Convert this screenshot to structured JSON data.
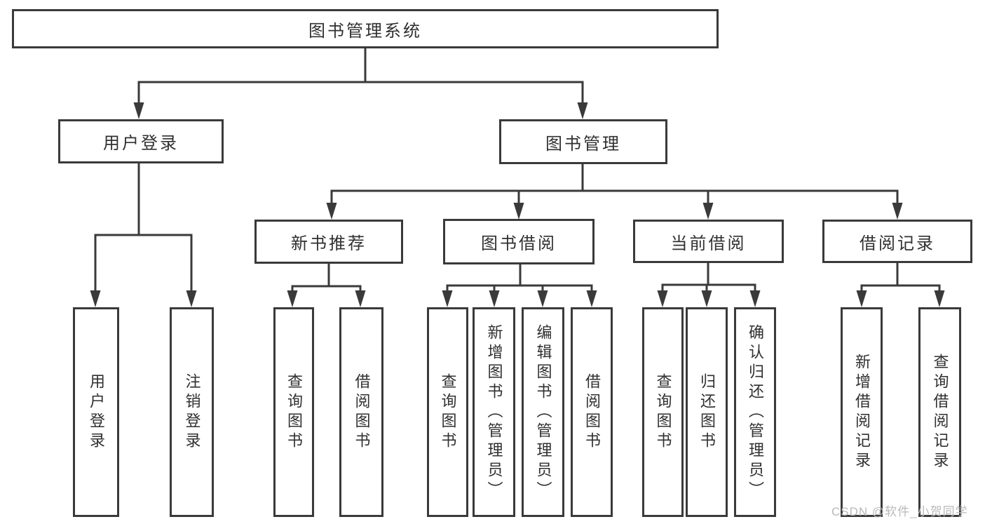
{
  "colors": {
    "line": "#3a3a3a",
    "text": "#303030",
    "watermark_color": "#b9b9b9",
    "background": "#ffffff"
  },
  "nodes": {
    "root": "图书管理系统",
    "login": "用户登录",
    "manage": "图书管理",
    "recommend": "新书推荐",
    "borrow": "图书借阅",
    "current": "当前借阅",
    "records": "借阅记录"
  },
  "leaves": [
    {
      "label": "用户登录"
    },
    {
      "label": "注销登录"
    },
    {
      "label": "查询图书"
    },
    {
      "label": "借阅图书"
    },
    {
      "label": "查询图书"
    },
    {
      "label": "新增图书（管理员）"
    },
    {
      "label": "编辑图书（管理员）"
    },
    {
      "label": "借阅图书"
    },
    {
      "label": "查询图书"
    },
    {
      "label": "归还图书"
    },
    {
      "label": "确认归还（管理员）"
    },
    {
      "label": "新增借阅记录"
    },
    {
      "label": "查询借阅记录"
    }
  ],
  "watermark": "CSDN @软件_小贺同学"
}
